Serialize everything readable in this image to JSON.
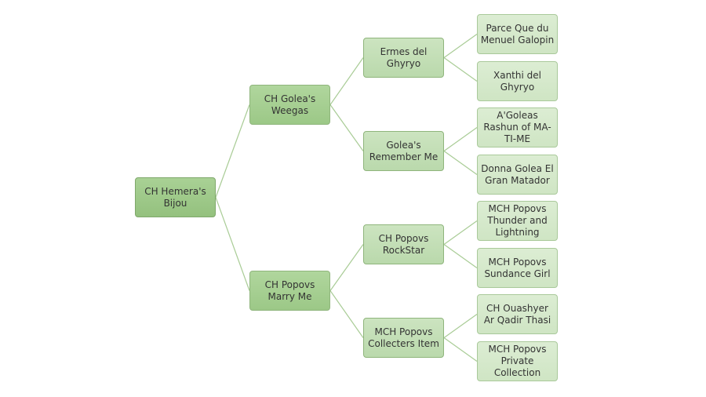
{
  "root": {
    "name": "CH Hemera's Bijou"
  },
  "sire": {
    "name": "CH Golea's Weegas"
  },
  "dam": {
    "name": "CH Popovs Marry Me"
  },
  "grandparents": [
    {
      "name": "Ermes del Ghyryo"
    },
    {
      "name": "Golea's Remember Me"
    },
    {
      "name": "CH Popovs RockStar"
    },
    {
      "name": "MCH Popovs Collecters Item"
    }
  ],
  "great_grandparents": [
    {
      "name": "Parce Que du Menuel Galopin"
    },
    {
      "name": "Xanthi del Ghyryo"
    },
    {
      "name": "A'Goleas Rashun of MA-TI-ME"
    },
    {
      "name": "Donna Golea El Gran Matador"
    },
    {
      "name": "MCH Popovs Thunder and Lightning"
    },
    {
      "name": "MCH Popovs Sundance Girl"
    },
    {
      "name": "CH Ouashyer Ar Qadir Thasi"
    },
    {
      "name": "MCH Popovs Private Collection"
    }
  ]
}
